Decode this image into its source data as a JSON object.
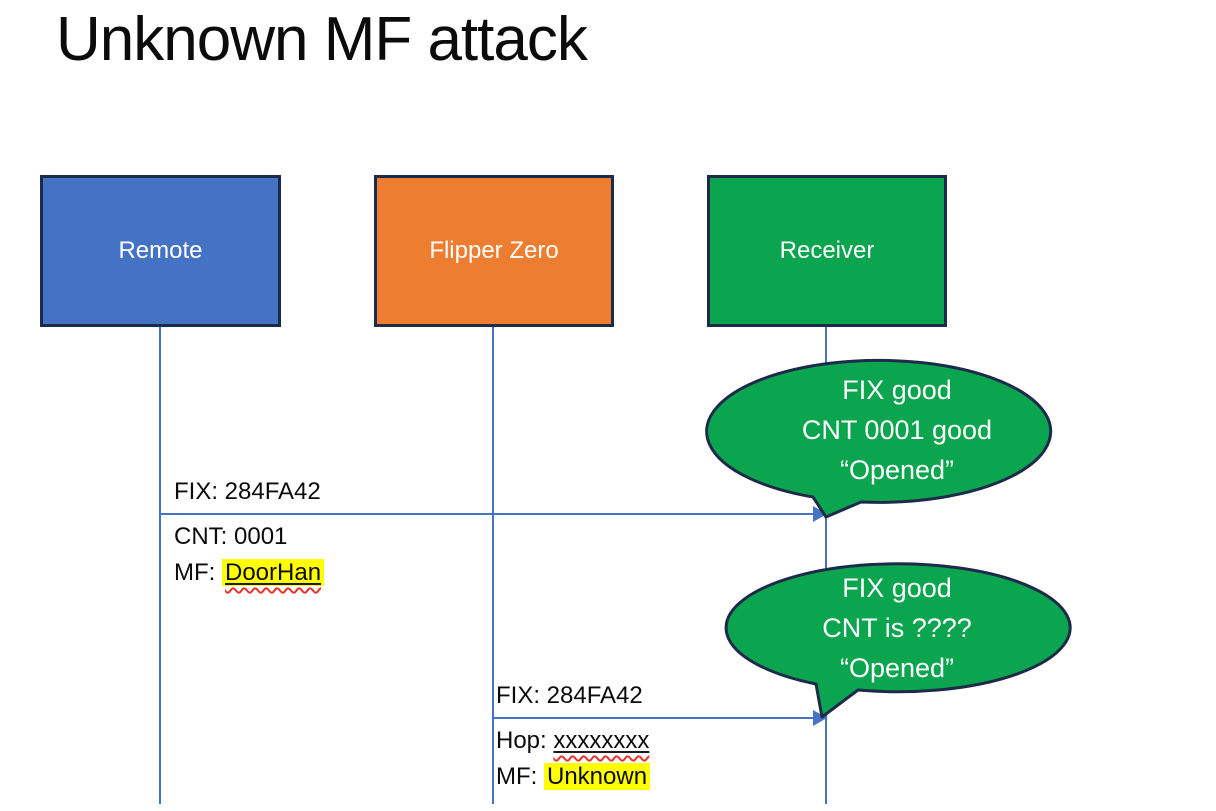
{
  "title": "Unknown MF attack",
  "actors": [
    {
      "label": "Remote"
    },
    {
      "label": "Flipper Zero"
    },
    {
      "label": "Receiver"
    }
  ],
  "messages": [
    {
      "from": "Remote",
      "to": "Receiver",
      "line1": "FIX: 284FA42",
      "line2": "CNT: 0001",
      "line3_prefix": "MF: ",
      "line3_value": "DoorHan"
    },
    {
      "from": "Flipper Zero",
      "to": "Receiver",
      "line1": "FIX: 284FA42",
      "line2_prefix": "Hop: ",
      "line2_value": "xxxxxxxx",
      "line3_prefix": "MF: ",
      "line3_value": "Unknown"
    }
  ],
  "bubbles": [
    {
      "line1": "FIX good",
      "line2": "CNT 0001 good",
      "line3": "“Opened”"
    },
    {
      "line1": "FIX good",
      "line2": "CNT is ????",
      "line3": "“Opened”"
    }
  ],
  "colors": {
    "remote_fill": "#4472C4",
    "flipper_fill": "#ED7D31",
    "receiver_fill": "#0AA54E",
    "bubble_fill": "#0AA54E",
    "shape_border": "#1D2B4A",
    "connector": "#4472C4",
    "highlight": "#FFFF00",
    "squiggle": "#E5342B"
  }
}
